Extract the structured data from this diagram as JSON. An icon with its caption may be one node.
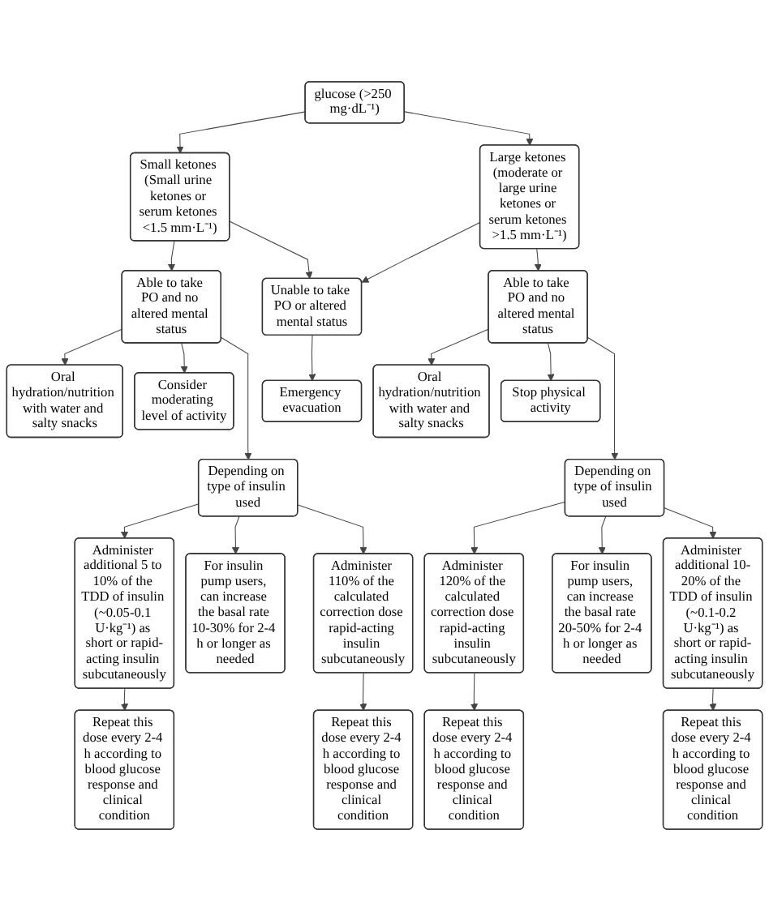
{
  "diagram": {
    "nodes": [
      {
        "text": [
          "glucose (>250 mg·dL⁻¹)"
        ]
      },
      {
        "text": [
          "Small ketones (Small urine ketones or serum ketones <1.5 mm·L⁻¹)"
        ]
      },
      {
        "text": [
          "Large ketones (moderate or large urine ketones or serum ketones >1.5 mm·L⁻¹)"
        ]
      },
      {
        "text": [
          "Able to take PO and no altered mental status"
        ]
      },
      {
        "text": [
          "Unable to take PO or altered mental status"
        ]
      },
      {
        "text": [
          "Able to take PO and no altered mental status"
        ]
      },
      {
        "text": [
          "Oral hydration/nutrition with water and salty snacks"
        ]
      },
      {
        "text": [
          "Emergency evacuation"
        ]
      },
      {
        "text": [
          "Oral hydration/nutrition with water and salty snacks"
        ]
      },
      {
        "text": [
          "Consider moderating level of activity"
        ]
      },
      {
        "text": [
          "Stop physical activity"
        ]
      },
      {
        "text": [
          "Depending on type of insulin used"
        ]
      },
      {
        "text": [
          "Depending on type of insulin used"
        ]
      },
      {
        "text": [
          "Administer additional 5 to 10% of the TDD of insulin (~0.05-0.1 U·kg⁻¹) as short or rapid-acting insulin subcutaneously"
        ]
      },
      {
        "text": [
          "For insulin pump users, can increase the basal rate 10-30% for 2-4 h or longer as needed"
        ]
      },
      {
        "text": [
          "Administer 110% of the calculated correction dose rapid-acting insulin subcutaneously"
        ]
      },
      {
        "text": [
          "Administer 120% of the calculated correction dose rapid-acting insulin subcutaneously"
        ]
      },
      {
        "text": [
          "For insulin pump users, can increase the basal rate 20-50% for 2-4 h or longer as needed"
        ]
      },
      {
        "text": [
          "Administer additional 10-20% of the TDD of insulin (~0.1-0.2 U·kg⁻¹) as short or rapid-acting insulin subcutaneously"
        ]
      },
      {
        "text": [
          "Repeat this dose every 2-4 h according to blood glucose response and clinical condition"
        ]
      },
      {
        "text": [
          "Repeat this dose every 2-4 h according to blood glucose response and clinical condition"
        ]
      },
      {
        "text": [
          "Repeat this dose every 2-4 h according to blood glucose response and clinical condition"
        ]
      },
      {
        "text": [
          "Repeat this dose every 2-4 h according to blood glucose response and clinical condition"
        ]
      }
    ],
    "edges": [
      {
        "from": 0,
        "to": 1,
        "arrow": "to"
      },
      {
        "from": 0,
        "to": 2,
        "arrow": "to"
      },
      {
        "from": 1,
        "to": 3,
        "arrow": "to"
      },
      {
        "from": 1,
        "to": 4,
        "arrow": "to"
      },
      {
        "from": 2,
        "to": 4,
        "arrow": "to"
      },
      {
        "from": 2,
        "to": 5,
        "arrow": "to"
      },
      {
        "from": 3,
        "to": 6,
        "arrow": "to"
      },
      {
        "from": 3,
        "to": 9,
        "arrow": "to"
      },
      {
        "from": 3,
        "to": 11,
        "arrow": "to"
      },
      {
        "from": 4,
        "to": 7,
        "arrow": "to"
      },
      {
        "from": 5,
        "to": 8,
        "arrow": "to"
      },
      {
        "from": 5,
        "to": 10,
        "arrow": "to"
      },
      {
        "from": 5,
        "to": 12,
        "arrow": "to"
      },
      {
        "from": 11,
        "to": 13,
        "arrow": "to"
      },
      {
        "from": 11,
        "to": 14,
        "arrow": "to"
      },
      {
        "from": 11,
        "to": 15,
        "arrow": "to"
      },
      {
        "from": 12,
        "to": 16,
        "arrow": "to"
      },
      {
        "from": 12,
        "to": 17,
        "arrow": "to"
      },
      {
        "from": 12,
        "to": 18,
        "arrow": "to"
      },
      {
        "from": 13,
        "to": 19,
        "arrow": "to"
      },
      {
        "from": 15,
        "to": 20,
        "arrow": "to"
      },
      {
        "from": 16,
        "to": 21,
        "arrow": "to"
      },
      {
        "from": 18,
        "to": 22,
        "arrow": "to"
      }
    ]
  }
}
